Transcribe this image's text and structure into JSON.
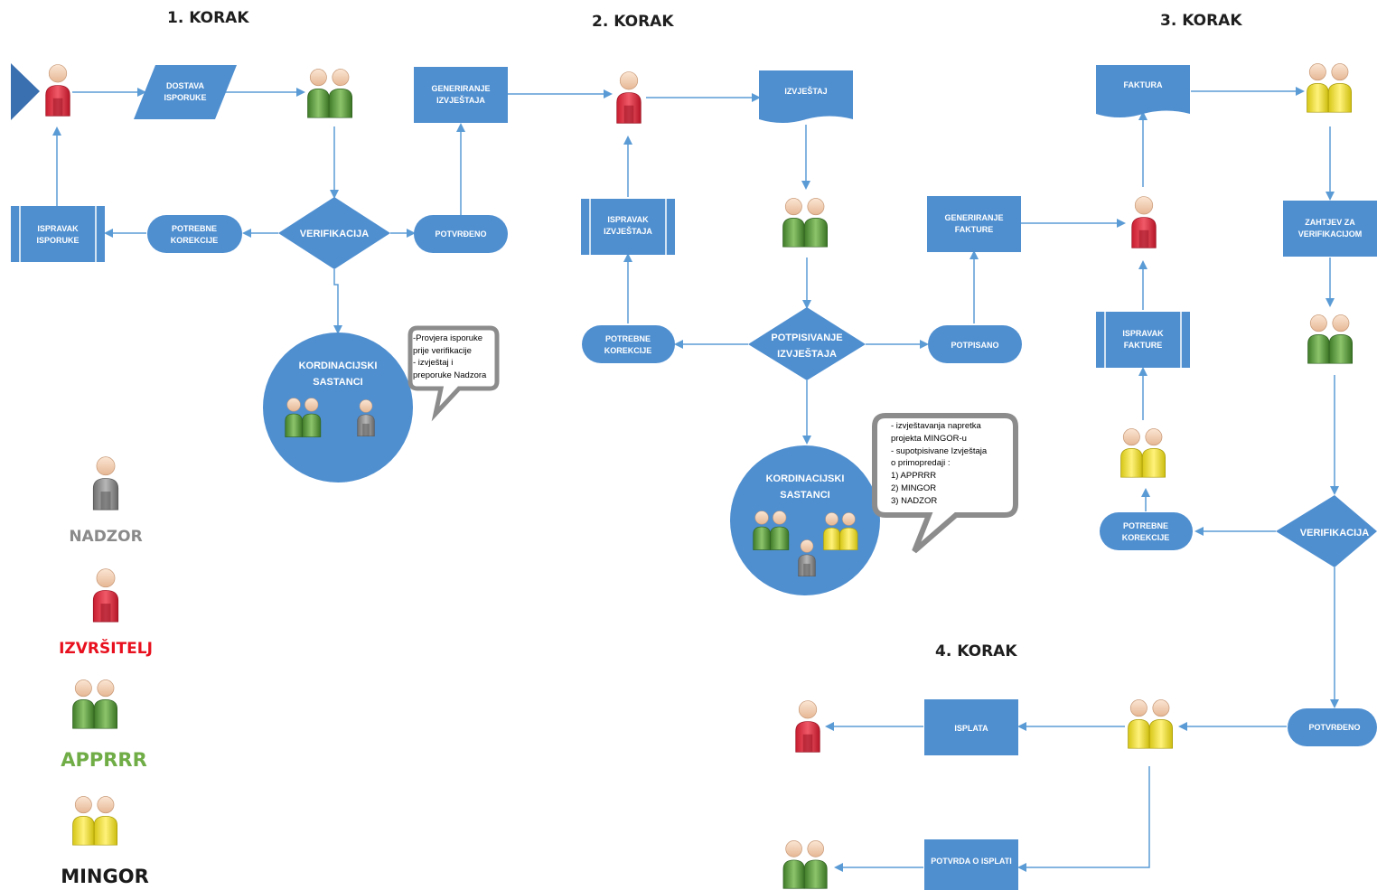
{
  "steps": {
    "step1": "1. KORAK",
    "step2": "2. KORAK",
    "step3": "3. KORAK",
    "step4": "4. KORAK"
  },
  "nodes": {
    "dostava_isporuke": [
      "DOSTAVA",
      "ISPORUKE"
    ],
    "ispravak_isporuke": [
      "ISPRAVAK",
      "ISPORUKE"
    ],
    "potrebne_korekcije_1": [
      "POTREBNE",
      "KOREKCIJE"
    ],
    "verifikacija_1": "VERIFIKACIJA",
    "potvrdeno_1": "POTVRĐENO",
    "generiranje_izvjestaja": [
      "GENERIRANJE",
      "IZVJEŠTAJA"
    ],
    "kordinacijski_1": [
      "KORDINACIJSKI",
      "SASTANCI"
    ],
    "ispravak_izvjestaja": [
      "ISPRAVAK",
      "IZVJEŠTAJA"
    ],
    "izvjestaj": "IZVJEŠTAJ",
    "potrebne_korekcije_2": [
      "POTREBNE",
      "KOREKCIJE"
    ],
    "potpisivanje_izvjestaja": [
      "POTPISIVANJE",
      "IZVJEŠTAJA"
    ],
    "potpisano": "POTPISANO",
    "generiranje_fakture": [
      "GENERIRANJE",
      "FAKTURE"
    ],
    "kordinacijski_2": [
      "KORDINACIJSKI",
      "SASTANCI"
    ],
    "faktura": "FAKTURA",
    "ispravak_fakture": [
      "ISPRAVAK",
      "FAKTURE"
    ],
    "zahtjev_za_verifikacijom": [
      "ZAHTJEV ZA",
      "VERIFIKACIJOM"
    ],
    "potrebne_korekcije_3": [
      "POTREBNE",
      "KOREKCIJE"
    ],
    "verifikacija_3": "VERIFIKACIJA",
    "potvrdeno_3": "POTVRĐENO",
    "isplata": "ISPLATA",
    "potvrda_o_isplati": "POTVRDA O ISPLATI"
  },
  "bubbles": {
    "bubble1": "-Provjera isporuke\nprije verifikacije\n- izvještaj i\npreporuke Nadzora",
    "bubble2": "- izvještavanja napretka\nprojekta MINGOR-u\n- supotpisivane Izvještaja\no primopredaji :\n1) APPRRR\n2) MINGOR\n3) NADZOR"
  },
  "legend": {
    "nadzor": "NADZOR",
    "izvrsitelj": "IZVRŠITELJ",
    "apprrr": "APPRRR",
    "mingor": "MINGOR"
  },
  "colors": {
    "shape_fill": "#4f8fd0",
    "arrow": "#5b9bd5",
    "nadzor": "#8a8a8a",
    "izvrsitelj": "#e8101e",
    "apprrr": "#70ad47",
    "mingor": "#1a1a1a",
    "person_red": "#e1354a",
    "person_green": "#5e9e3e",
    "person_yellow": "#f2e431",
    "person_gray": "#8c8c8c"
  },
  "icons": {
    "start_marker": "start-triangle-icon",
    "izvrsitelj": "person-red-icon",
    "apprrr": "people-green-icon",
    "mingor": "people-yellow-icon",
    "nadzor": "person-gray-icon"
  }
}
